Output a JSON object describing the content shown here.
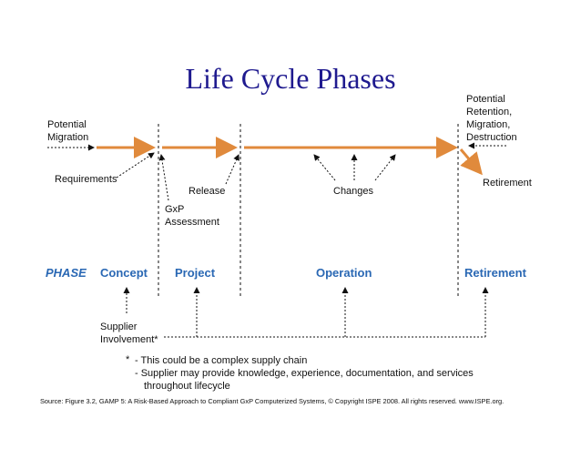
{
  "title": "Life Cycle Phases",
  "colors": {
    "title": "#1f1a8f",
    "phase": "#2a68b4",
    "lifeline": "#e08a3c",
    "text": "#111111"
  },
  "labels": {
    "potential_migration": [
      "Potential",
      "Migration"
    ],
    "requirements": "Requirements",
    "gxp_assessment": [
      "GxP",
      "Assessment"
    ],
    "release": "Release",
    "changes": "Changes",
    "potential_retention": [
      "Potential",
      "Retention,",
      "Migration,",
      "Destruction"
    ],
    "retirement": "Retirement",
    "supplier_involvement": [
      "Supplier",
      "Involvement*"
    ]
  },
  "phases": {
    "label": "PHASE",
    "concept": "Concept",
    "project": "Project",
    "operation": "Operation",
    "retirement": "Retirement"
  },
  "notes": {
    "star": "*",
    "line1": "- This could be a complex supply chain",
    "line2": "- Supplier may provide knowledge, experience, documentation, and services",
    "line3": "throughout lifecycle"
  },
  "source": "Source: Figure 3.2, GAMP 5: A Risk-Based Approach to Compliant GxP Computerized Systems, © Copyright ISPE 2008. All rights reserved. www.ISPE.org."
}
